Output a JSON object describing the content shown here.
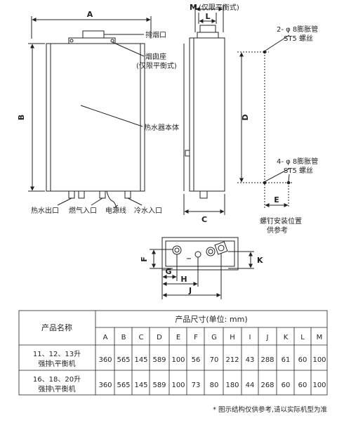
{
  "dims": {
    "A": "A",
    "B": "B",
    "C": "C",
    "D": "D",
    "E": "E",
    "F": "F",
    "G": "G",
    "H": "H",
    "J": "J",
    "K": "K",
    "L": "L",
    "M": "M",
    "m_note": "(仅限平衡式)"
  },
  "callouts": {
    "exhaust": "排烟口",
    "flue_seat": "烟囱座",
    "flue_seat_note": "(仅限平衡式)",
    "body": "热水器本体",
    "hot_out": "热水出口",
    "gas_in": "燃气入口",
    "power": "电源线",
    "cold_in": "冷水入口",
    "anchor_top_1": "2- φ 8膨胀管",
    "anchor_top_2": "ST5 螺丝",
    "anchor_bottom_1": "4- φ 8膨胀管",
    "anchor_bottom_2": "ST5 螺丝",
    "screw_pos_1": "螺钉安装位置",
    "screw_pos_2": "供参考"
  },
  "table": {
    "col_name": "产品名称",
    "col_group": "产品尺寸(单位: mm)",
    "headers": [
      "A",
      "B",
      "C",
      "D",
      "E",
      "F",
      "G",
      "H",
      "I",
      "J",
      "K",
      "L",
      "M"
    ],
    "rows": [
      {
        "name_1": "11、12、13升",
        "name_2": "强排\\平衡机",
        "values": [
          "360",
          "565",
          "145",
          "589",
          "100",
          "56",
          "70",
          "212",
          "43",
          "288",
          "61",
          "60",
          "100"
        ]
      },
      {
        "name_1": "16、18、20升",
        "name_2": "强排\\平衡机",
        "values": [
          "360",
          "565",
          "145",
          "589",
          "100",
          "73",
          "80",
          "180",
          "44",
          "268",
          "60",
          "60",
          "100"
        ]
      }
    ]
  },
  "footnote": "* 图示结构仅供参考,请以实际机型为准"
}
